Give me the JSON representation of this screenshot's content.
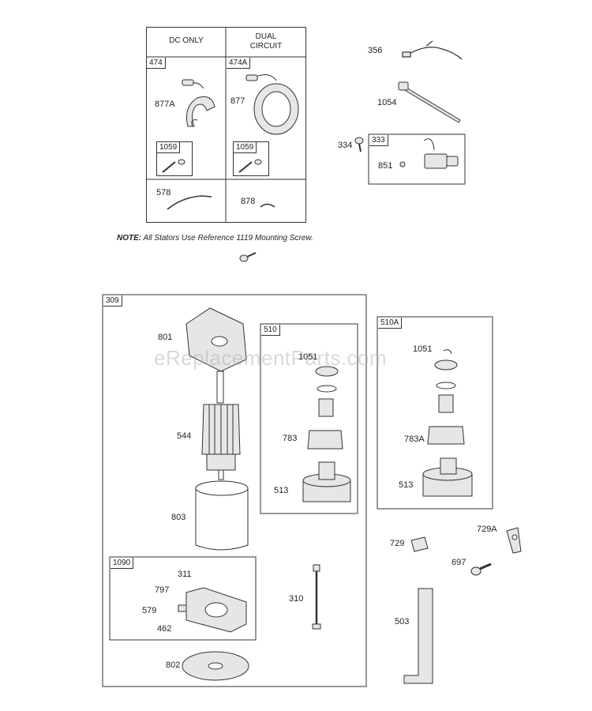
{
  "headers": {
    "dc_only": "DC ONLY",
    "dual_circuit": [
      "DUAL",
      "CIRCUIT"
    ]
  },
  "groups": {
    "g474": "474",
    "g474a": "474A",
    "g1059a": "1059",
    "g1059b": "1059",
    "g333": "333",
    "g309": "309",
    "g510": "510",
    "g510a": "510A",
    "g1090": "1090"
  },
  "note": {
    "prefix": "NOTE:",
    "text": "All Stators Use Reference 1119   Mounting Screw."
  },
  "watermark": "eReplacementParts.com",
  "parts": {
    "p356": "356",
    "p1054": "1054",
    "p334": "334",
    "p851": "851",
    "p877a": "877A",
    "p877": "877",
    "p578": "578",
    "p878": "878",
    "p801": "801",
    "p544": "544",
    "p803": "803",
    "p1051": "1051",
    "p783": "783",
    "p513": "513",
    "p1051b": "1051",
    "p783a": "783A",
    "p513b": "513",
    "p311": "311",
    "p797": "797",
    "p579": "579",
    "p462": "462",
    "p310": "310",
    "p802": "802",
    "p729": "729",
    "p729a": "729A",
    "p697": "697",
    "p503": "503"
  },
  "colors": {
    "line": "#333333",
    "part_fill": "#e6e6e6",
    "watermark": "#aaaaaa"
  }
}
